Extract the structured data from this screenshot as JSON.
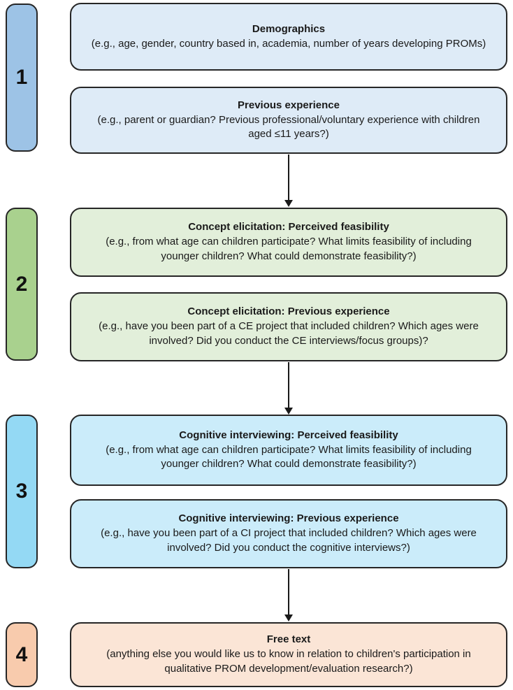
{
  "style": {
    "border_color": "#262626",
    "text_color": "#1a1a1a",
    "arrow_color": "#1a1a1a",
    "badge_colors": [
      "#9DC3E6",
      "#A9D18E",
      "#94D9F4",
      "#F8CBAD"
    ],
    "box_colors": [
      "#DEEBF7",
      "#E2EFDA",
      "#CBECFA",
      "#FBE5D6"
    ]
  },
  "sections": [
    {
      "number": "1",
      "boxes": [
        {
          "title": "Demographics",
          "body": "(e.g., age, gender, country based in, academia,  number of years developing PROMs)"
        },
        {
          "title": "Previous experience",
          "body": "(e.g., parent or guardian? Previous professional/voluntary experience with children aged ≤11 years?)"
        }
      ]
    },
    {
      "number": "2",
      "boxes": [
        {
          "title": "Concept elicitation: Perceived feasibility",
          "body": "(e.g., from what age can children participate? What limits feasibility of including younger children? What could demonstrate feasibility?)"
        },
        {
          "title": "Concept elicitation: Previous experience",
          "body": "(e.g., have you been part of a CE project that included children? Which ages were involved? Did you conduct the CE interviews/focus groups)?"
        }
      ]
    },
    {
      "number": "3",
      "boxes": [
        {
          "title": "Cognitive interviewing: Perceived feasibility",
          "body": "(e.g., from what age can children participate? What limits feasibility of including younger children? What could demonstrate feasibility?)"
        },
        {
          "title": "Cognitive interviewing: Previous experience",
          "body": "(e.g., have you been part of a CI project that included children? Which ages were involved? Did you conduct the cognitive interviews?)"
        }
      ]
    },
    {
      "number": "4",
      "boxes": [
        {
          "title": "Free text",
          "body": "(anything else you would like us to know in relation to children's participation in qualitative PROM development/evaluation research?)"
        }
      ]
    }
  ]
}
